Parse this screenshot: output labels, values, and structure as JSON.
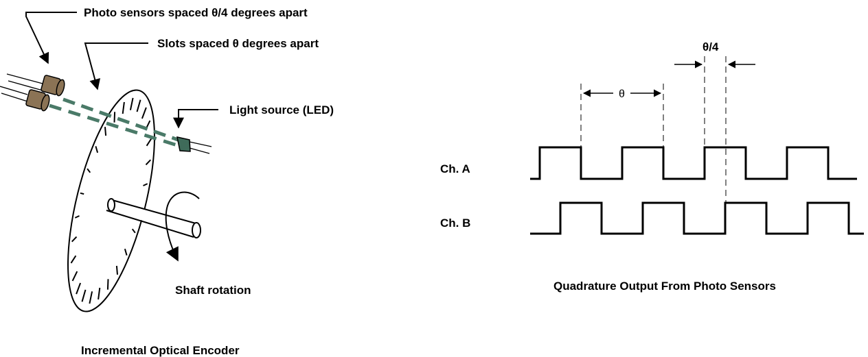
{
  "encoder": {
    "label_photo_sensors": "Photo sensors spaced θ/4 degrees apart",
    "label_slots": "Slots spaced θ degrees apart",
    "label_light_source": "Light source (LED)",
    "label_shaft_rotation": "Shaft rotation",
    "caption": "Incremental Optical Encoder",
    "colors": {
      "sensor_body": "#8b7355",
      "led_body": "#3f6b5a",
      "beam": "#4a7a68"
    }
  },
  "quadrature": {
    "theta_label": "θ",
    "quarter_theta_label": "θ/4",
    "channel_a_label": "Ch. A",
    "channel_b_label": "Ch. B",
    "caption": "Quadrature Output From Photo Sensors"
  }
}
